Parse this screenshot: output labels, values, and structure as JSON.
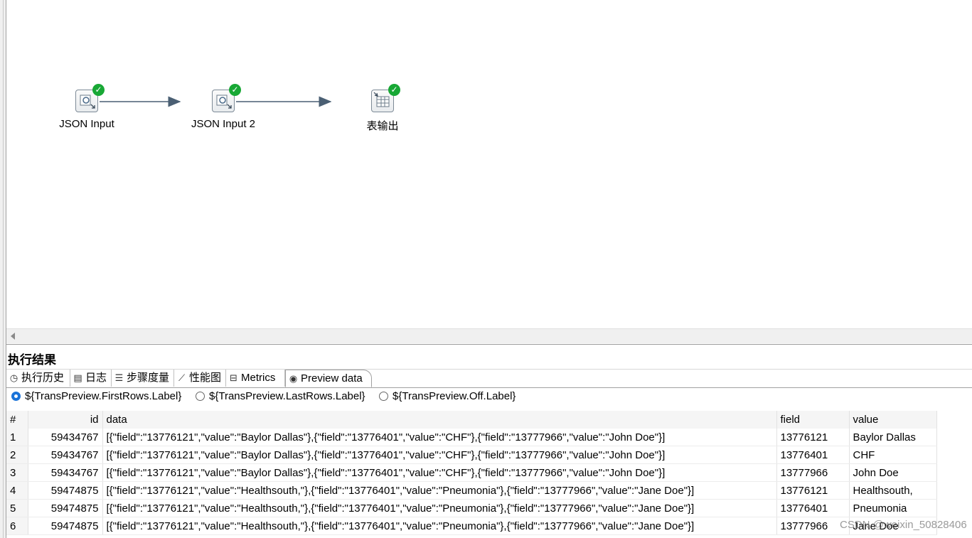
{
  "canvas": {
    "steps": [
      {
        "label": "JSON Input"
      },
      {
        "label": "JSON Input 2"
      },
      {
        "label": "表输出"
      }
    ]
  },
  "results": {
    "title": "执行结果",
    "tabs": [
      {
        "label": "执行历史",
        "icon": "history-icon"
      },
      {
        "label": "日志",
        "icon": "log-icon"
      },
      {
        "label": "步骤度量",
        "icon": "step-metrics-icon"
      },
      {
        "label": "性能图",
        "icon": "performance-graph-icon"
      },
      {
        "label": "Metrics",
        "icon": "metrics-icon"
      },
      {
        "label": "Preview data",
        "icon": "eye-icon"
      }
    ],
    "radios": [
      {
        "label": "${TransPreview.FirstRows.Label}",
        "selected": true
      },
      {
        "label": "${TransPreview.LastRows.Label}",
        "selected": false
      },
      {
        "label": "${TransPreview.Off.Label}",
        "selected": false
      }
    ],
    "table": {
      "headers": {
        "rownum": "#",
        "id": "id",
        "data": "data",
        "field": "field",
        "value": "value"
      },
      "rows": [
        {
          "n": "1",
          "id": "59434767",
          "data": "[{\"field\":\"13776121\",\"value\":\"Baylor Dallas\"},{\"field\":\"13776401\",\"value\":\"CHF\"},{\"field\":\"13777966\",\"value\":\"John Doe\"}]",
          "field": "13776121",
          "value": "Baylor Dallas"
        },
        {
          "n": "2",
          "id": "59434767",
          "data": "[{\"field\":\"13776121\",\"value\":\"Baylor Dallas\"},{\"field\":\"13776401\",\"value\":\"CHF\"},{\"field\":\"13777966\",\"value\":\"John Doe\"}]",
          "field": "13776401",
          "value": "CHF"
        },
        {
          "n": "3",
          "id": "59434767",
          "data": "[{\"field\":\"13776121\",\"value\":\"Baylor Dallas\"},{\"field\":\"13776401\",\"value\":\"CHF\"},{\"field\":\"13777966\",\"value\":\"John Doe\"}]",
          "field": "13777966",
          "value": "John Doe"
        },
        {
          "n": "4",
          "id": "59474875",
          "data": "[{\"field\":\"13776121\",\"value\":\"Healthsouth,\"},{\"field\":\"13776401\",\"value\":\"Pneumonia\"},{\"field\":\"13777966\",\"value\":\"Jane Doe\"}]",
          "field": "13776121",
          "value": "Healthsouth,"
        },
        {
          "n": "5",
          "id": "59474875",
          "data": "[{\"field\":\"13776121\",\"value\":\"Healthsouth,\"},{\"field\":\"13776401\",\"value\":\"Pneumonia\"},{\"field\":\"13777966\",\"value\":\"Jane Doe\"}]",
          "field": "13776401",
          "value": "Pneumonia"
        },
        {
          "n": "6",
          "id": "59474875",
          "data": "[{\"field\":\"13776121\",\"value\":\"Healthsouth,\"},{\"field\":\"13776401\",\"value\":\"Pneumonia\"},{\"field\":\"13777966\",\"value\":\"Jane Doe\"}]",
          "field": "13777966",
          "value": "Jane Doe"
        }
      ]
    }
  },
  "watermark": "CSDN @weixin_50828406",
  "colors": {
    "success": "#18a835",
    "hop_arrow": "#4a5f73",
    "radio_selected": "#1a73d9"
  }
}
